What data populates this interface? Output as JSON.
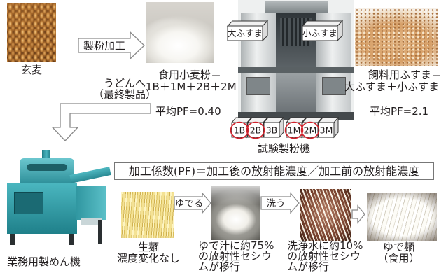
{
  "raw_wheat": {
    "label": "玄麦"
  },
  "milling_step": {
    "label": "製粉加工"
  },
  "food_flour": {
    "formula_line1": "食用小麦粉＝",
    "formula_line2": "1B＋1M＋2B＋2M",
    "average_pf": "平均PF=0.40"
  },
  "to_udon": {
    "line1": "うどんへ",
    "line2": "（最終製品）"
  },
  "mill": {
    "label": "試験製粉機",
    "bran_outputs": [
      "大ふすま",
      "小ふすま"
    ],
    "fractions": [
      {
        "label": "1B",
        "circled": true
      },
      {
        "label": "2B",
        "circled": true
      },
      {
        "label": "3B",
        "circled": false
      },
      {
        "label": "1M",
        "circled": true
      },
      {
        "label": "2M",
        "circled": true
      },
      {
        "label": "3M",
        "circled": false
      }
    ]
  },
  "feed_bran": {
    "formula_line1": "飼料用ふすま＝",
    "formula_line2": "大ふすま＋小ふすま",
    "average_pf": "平均PF=2.1"
  },
  "pf_definition": "加工係数(PF)＝加工後の放射能濃度／加工前の放射能濃度",
  "noodle_machine": {
    "label": "業務用製めん機"
  },
  "process": {
    "raw_noodles": {
      "line1": "生麺",
      "line2": "濃度変化なし"
    },
    "boil_step": {
      "label": "ゆでる"
    },
    "boiling": {
      "lines": [
        "ゆで汁に約75%",
        "の放射性セシウ",
        "ムが移行"
      ]
    },
    "wash_step": {
      "label": "洗う"
    },
    "washing": {
      "lines": [
        "洗浄水に約10%",
        "の放射性セシウ",
        "ムが移行"
      ]
    },
    "boiled_noodles": {
      "line1": "ゆで麺",
      "line2": "（食用）"
    }
  },
  "colors": {
    "highlight_circle": "#d2222c",
    "arrow_outline": "#8a8a8a",
    "text": "#231f20"
  }
}
